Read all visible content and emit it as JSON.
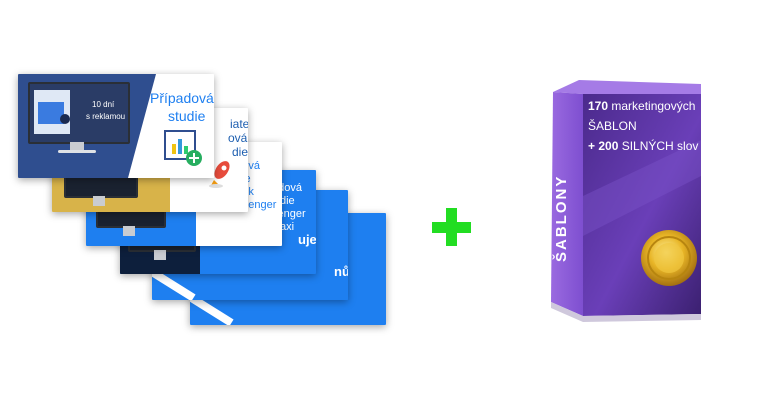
{
  "cards": {
    "front": {
      "title_line1": "Případová",
      "title_line2": "studie",
      "monitor_line1": "10 dní",
      "monitor_line2": "s reklamou"
    },
    "second": {
      "line1": "iate",
      "line2": "ová",
      "line3": "die"
    },
    "third": {
      "line1": "adová",
      "line2": "die",
      "line3": "book",
      "line4": "Messenger"
    },
    "fourth": {
      "line1": "adová",
      "line2": "die",
      "line3": "senger",
      "line4": "axi",
      "bold": "uje"
    },
    "fifth": {
      "bold": "nů"
    }
  },
  "plus_color": "#22dd22",
  "box": {
    "line1_bold": "170",
    "line1_rest": " marketingových",
    "line2": "ŠABLON",
    "line3_bold": "+ 200",
    "line3_rest": " SILNÝCH slov",
    "vertical": "ŠABLONY",
    "colors": {
      "front": "#5a2fa0",
      "side": "#7e4fd0",
      "top": "#9a6ae0",
      "coin": "#d4a017"
    }
  }
}
